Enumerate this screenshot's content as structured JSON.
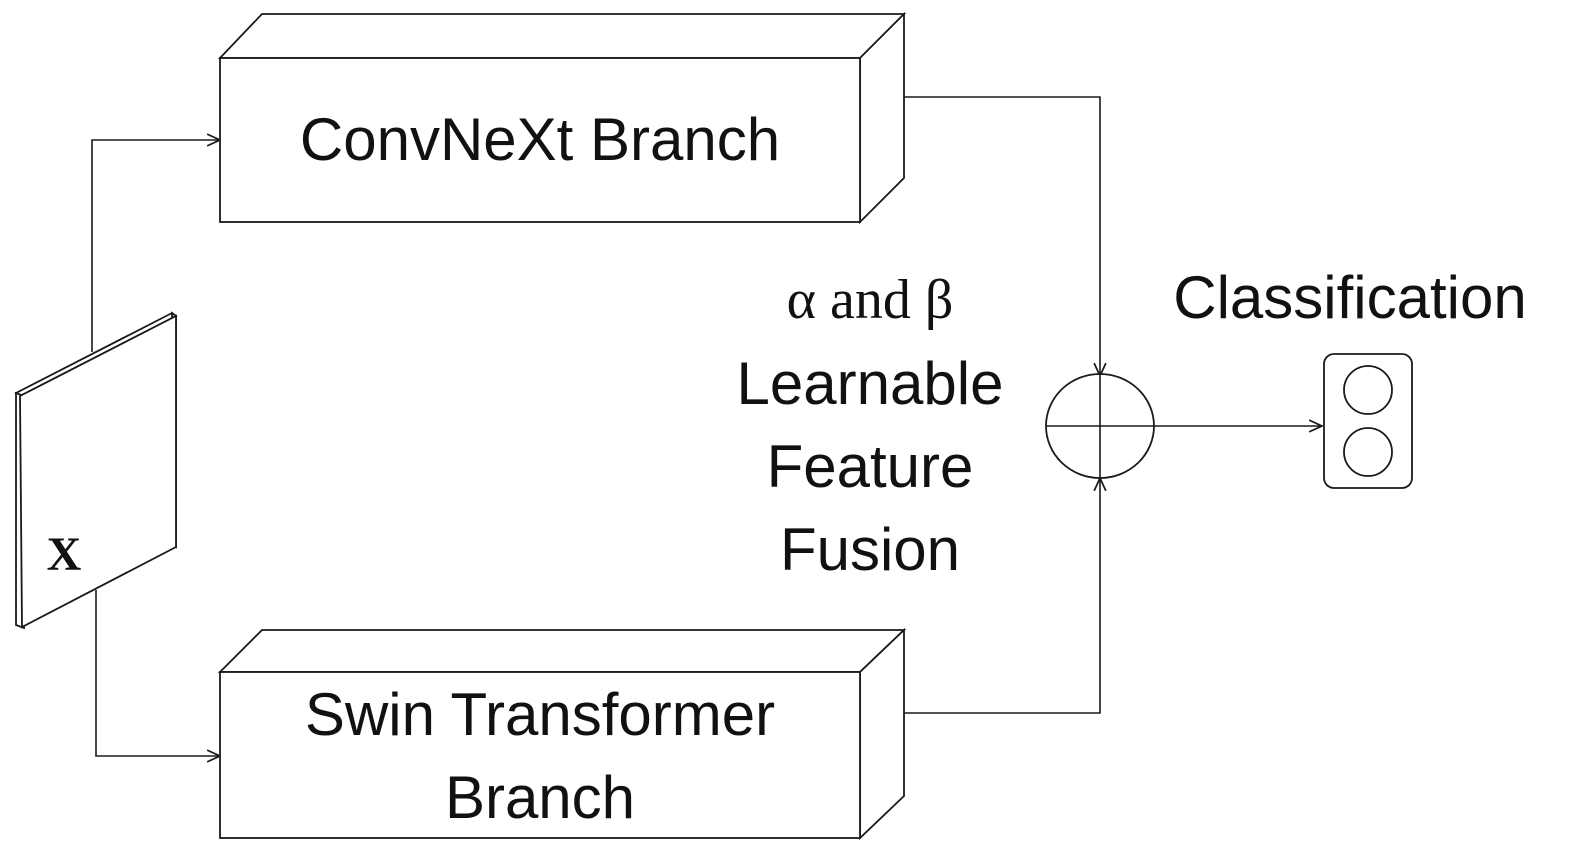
{
  "input": {
    "label": "X"
  },
  "branches": {
    "convnext": {
      "line1": "ConvNeXt Branch"
    },
    "swin": {
      "line1": "Swin Transformer",
      "line2": "Branch"
    }
  },
  "fusion": {
    "math_label": "α and β",
    "line1": "Learnable",
    "line2": "Feature",
    "line3": "Fusion"
  },
  "output": {
    "label": "Classification"
  }
}
